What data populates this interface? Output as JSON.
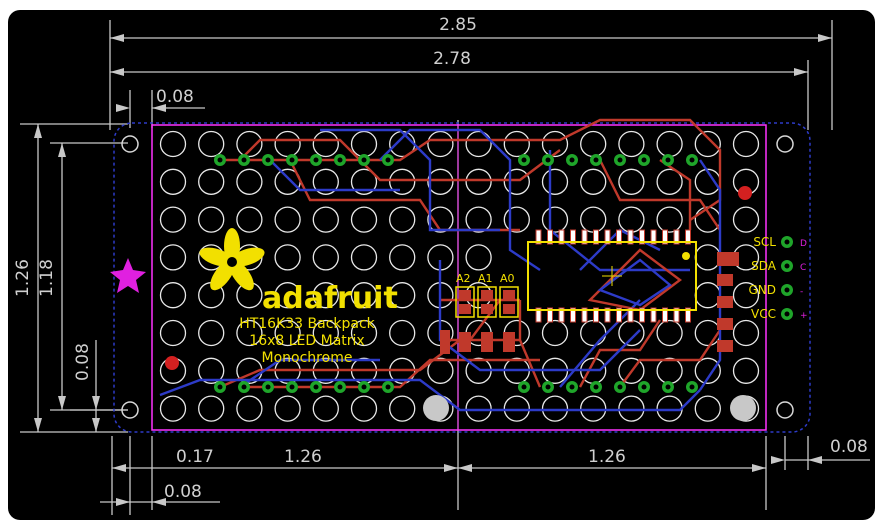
{
  "colors": {
    "background": "#000000",
    "frame": "#ffffff",
    "dimension_line": "#c8c8c8",
    "outline": "#ff33ff",
    "top_copper": "#c0392b",
    "bottom_copper": "#2d3bc8",
    "pad": "#1fa52a",
    "silkscreen": "#f2e000",
    "hole": "#d8d8d8",
    "fiducial": "#d42020"
  },
  "dimensions": {
    "overall_width": "2.85",
    "board_width": "2.78",
    "mount_offset_top": "0.08",
    "overall_height": "1.26",
    "board_height": "1.18",
    "mount_offset_left": "0.08",
    "edge_offset": "0.17",
    "left_matrix_width": "1.26",
    "right_matrix_width": "1.26",
    "mount_offset_bottom": "0.08",
    "edge_offset_right": "0.08"
  },
  "silkscreen": {
    "brand": "adafruit",
    "line1": "HT16K33 Backpack",
    "line2": "16x8 LED Matrix",
    "line3": "Monochrome",
    "jumpers": [
      "A2",
      "A1",
      "A0"
    ],
    "pins": [
      "SCL",
      "SDA",
      "GND",
      "VCC"
    ],
    "side_labels": [
      "D",
      "C",
      "-",
      "+"
    ]
  },
  "icons": {
    "logo": "adafruit-flower-icon",
    "star": "star-icon"
  }
}
